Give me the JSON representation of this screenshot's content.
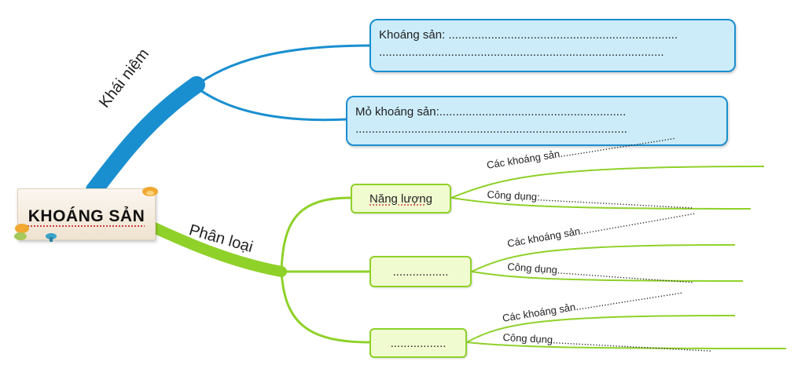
{
  "root": {
    "label": "KHOÁNG SẢN"
  },
  "branches": {
    "concept": "Khái niệm",
    "classify": "Phân loại"
  },
  "concept_boxes": [
    {
      "line1": "Khoáng sản: ......................................................................",
      "line2": "......................................................................................."
    },
    {
      "line1": "Mỏ khoáng sản:.........................................................",
      "line2": "..................................................................................."
    }
  ],
  "groups": [
    {
      "title": "Năng lượng",
      "minerals": "Các khoáng sản.........................................",
      "usage": "Công dụng:......................................................"
    },
    {
      "title": ".................",
      "minerals": "Các khoáng sản.........................................",
      "usage": "Công dụng................................................"
    },
    {
      "title": ".................",
      "minerals": "Các khoáng sản......................................",
      "usage": "Công dụng........................................................"
    }
  ]
}
